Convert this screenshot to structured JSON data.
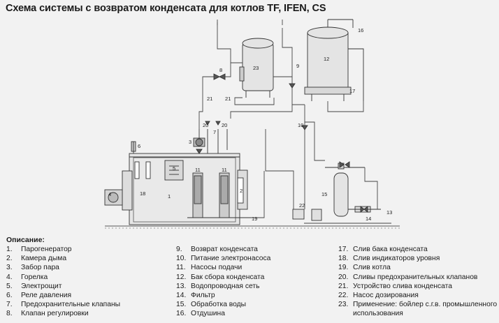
{
  "title": "Схема системы с  возвратом конденсата для котлов TF, IFEN, CS",
  "diagram": {
    "callouts": [
      "1",
      "2",
      "3",
      "4",
      "5",
      "6",
      "7",
      "8",
      "9",
      "10",
      "11",
      "11",
      "12",
      "13",
      "14",
      "15",
      "16",
      "17",
      "18",
      "19",
      "20",
      "20",
      "21",
      "21",
      "22",
      "23"
    ]
  },
  "legend": {
    "heading": "Описание:",
    "columns": [
      [
        {
          "num": "1.",
          "text": "Парогенератор"
        },
        {
          "num": "2.",
          "text": "Камера дыма"
        },
        {
          "num": "3.",
          "text": "Забор пара"
        },
        {
          "num": "4.",
          "text": "Горелка"
        },
        {
          "num": "5.",
          "text": "Электрощит"
        },
        {
          "num": "6.",
          "text": "Реле давления"
        },
        {
          "num": "7.",
          "text": "Предохранительные клапаны"
        },
        {
          "num": "8.",
          "text": "Клапан регулировки"
        }
      ],
      [
        {
          "num": "9.",
          "text": "Возврат конденсата"
        },
        {
          "num": "10.",
          "text": "Питание электронасоса"
        },
        {
          "num": "11.",
          "text": "Насосы подачи"
        },
        {
          "num": "12.",
          "text": "Бак сбора конденсата"
        },
        {
          "num": "13.",
          "text": "Водопроводная сеть"
        },
        {
          "num": "14.",
          "text": "Фильтр"
        },
        {
          "num": "15.",
          "text": "Обработка воды"
        },
        {
          "num": "16.",
          "text": "Отдушина"
        }
      ],
      [
        {
          "num": "17.",
          "text": "Слив бака конденсата"
        },
        {
          "num": "18.",
          "text": "Слив индикаторов уровня"
        },
        {
          "num": "19.",
          "text": "Слив котла"
        },
        {
          "num": "20.",
          "text": "Сливы предохранительных клапанов"
        },
        {
          "num": "21.",
          "text": "Устройство слива конденсата"
        },
        {
          "num": "22.",
          "text": "Насос дозирования"
        },
        {
          "num": "23.",
          "text": "Применение: бойлер с.г.в. промышленного использования"
        }
      ]
    ]
  }
}
